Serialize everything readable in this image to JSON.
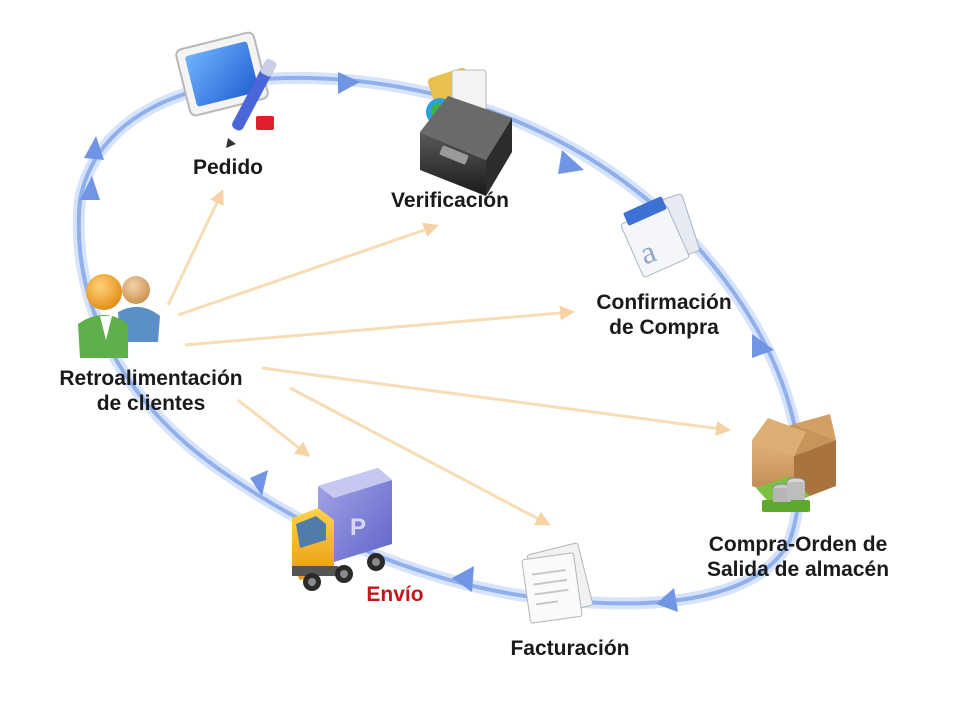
{
  "nodes": {
    "pedido": {
      "label": "Pedido",
      "icon": "tablet-pen-icon"
    },
    "verificacion": {
      "label": "Verificación",
      "icon": "file-cabinet-icon"
    },
    "confirmacion": {
      "label_line1": "Confirmación",
      "label_line2": "de Compra",
      "icon": "documents-icon"
    },
    "compra_orden": {
      "label_line1": "Compra-Orden de",
      "label_line2": "Salida de almacén",
      "icon": "box-coins-icon"
    },
    "facturacion": {
      "label": "Facturación",
      "icon": "invoice-pages-icon"
    },
    "envio": {
      "label": "Envío",
      "icon": "delivery-truck-icon",
      "color": "#c8161d"
    },
    "retroalimentacion": {
      "label_line1": "Retroalimentación",
      "label_line2": "de clientes",
      "icon": "customers-icon"
    }
  },
  "colors": {
    "cycle": "#8fb0ec",
    "feedback": "#f8dcb4",
    "text": "#1a1a1a",
    "highlight": "#c8161d"
  }
}
